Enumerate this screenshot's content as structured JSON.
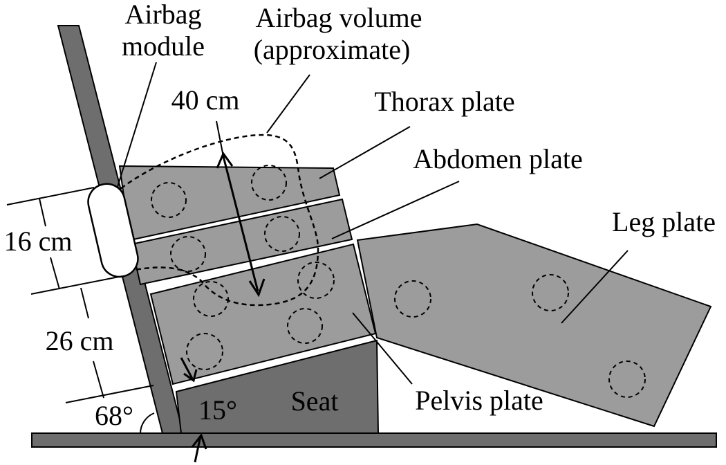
{
  "labels": {
    "airbag_module_line1": "Airbag",
    "airbag_module_line2": "module",
    "airbag_volume_line1": "Airbag volume",
    "airbag_volume_line2": "(approximate)",
    "thorax_plate": "Thorax plate",
    "abdomen_plate": "Abdomen plate",
    "leg_plate": "Leg plate",
    "pelvis_plate": "Pelvis plate",
    "seat": "Seat",
    "dim_40": "40 cm",
    "dim_16": "16 cm",
    "dim_26": "26 cm",
    "angle_68": "68°",
    "angle_15": "15°"
  },
  "colors": {
    "plate_fill": "#9c9c9c",
    "dark_fill": "#6e6e6e",
    "outline": "#000000",
    "background": "#ffffff"
  }
}
